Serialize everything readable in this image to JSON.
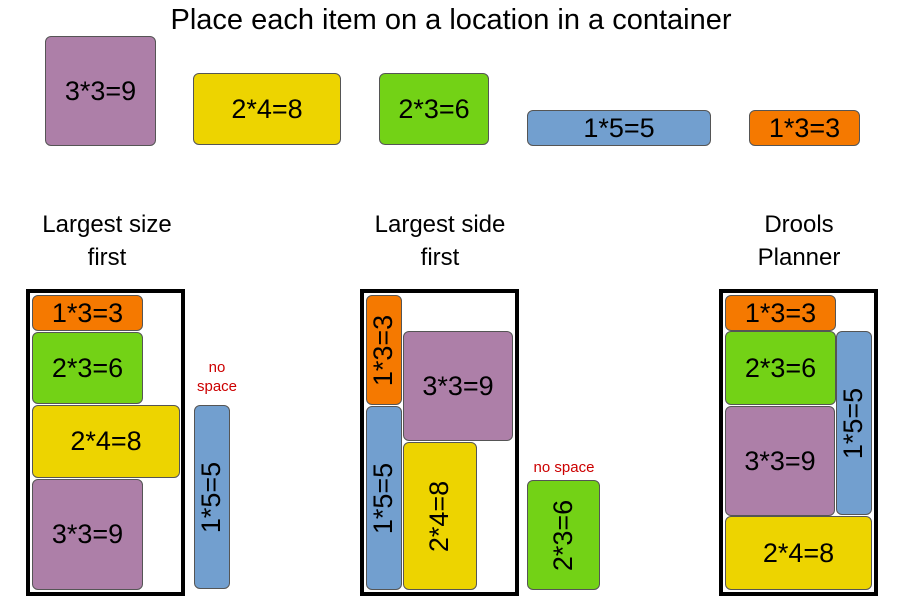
{
  "title": "Place each item on a location in a container",
  "items": {
    "purple": "3*3=9",
    "yellow": "2*4=8",
    "green": "2*3=6",
    "blue": "1*5=5",
    "orange": "1*3=3"
  },
  "headings": {
    "largest_size": [
      "Largest size",
      "first"
    ],
    "largest_side": [
      "Largest side",
      "first"
    ],
    "planner": [
      "Drools",
      "Planner"
    ]
  },
  "notes": {
    "no_space_split": [
      "no",
      "space"
    ],
    "no_space": "no space"
  },
  "colors": {
    "purple": "#ad7fa8",
    "yellow": "#edd400",
    "green": "#73d216",
    "blue": "#729fcf",
    "orange": "#f57900",
    "warning_text": "#cc0000"
  }
}
